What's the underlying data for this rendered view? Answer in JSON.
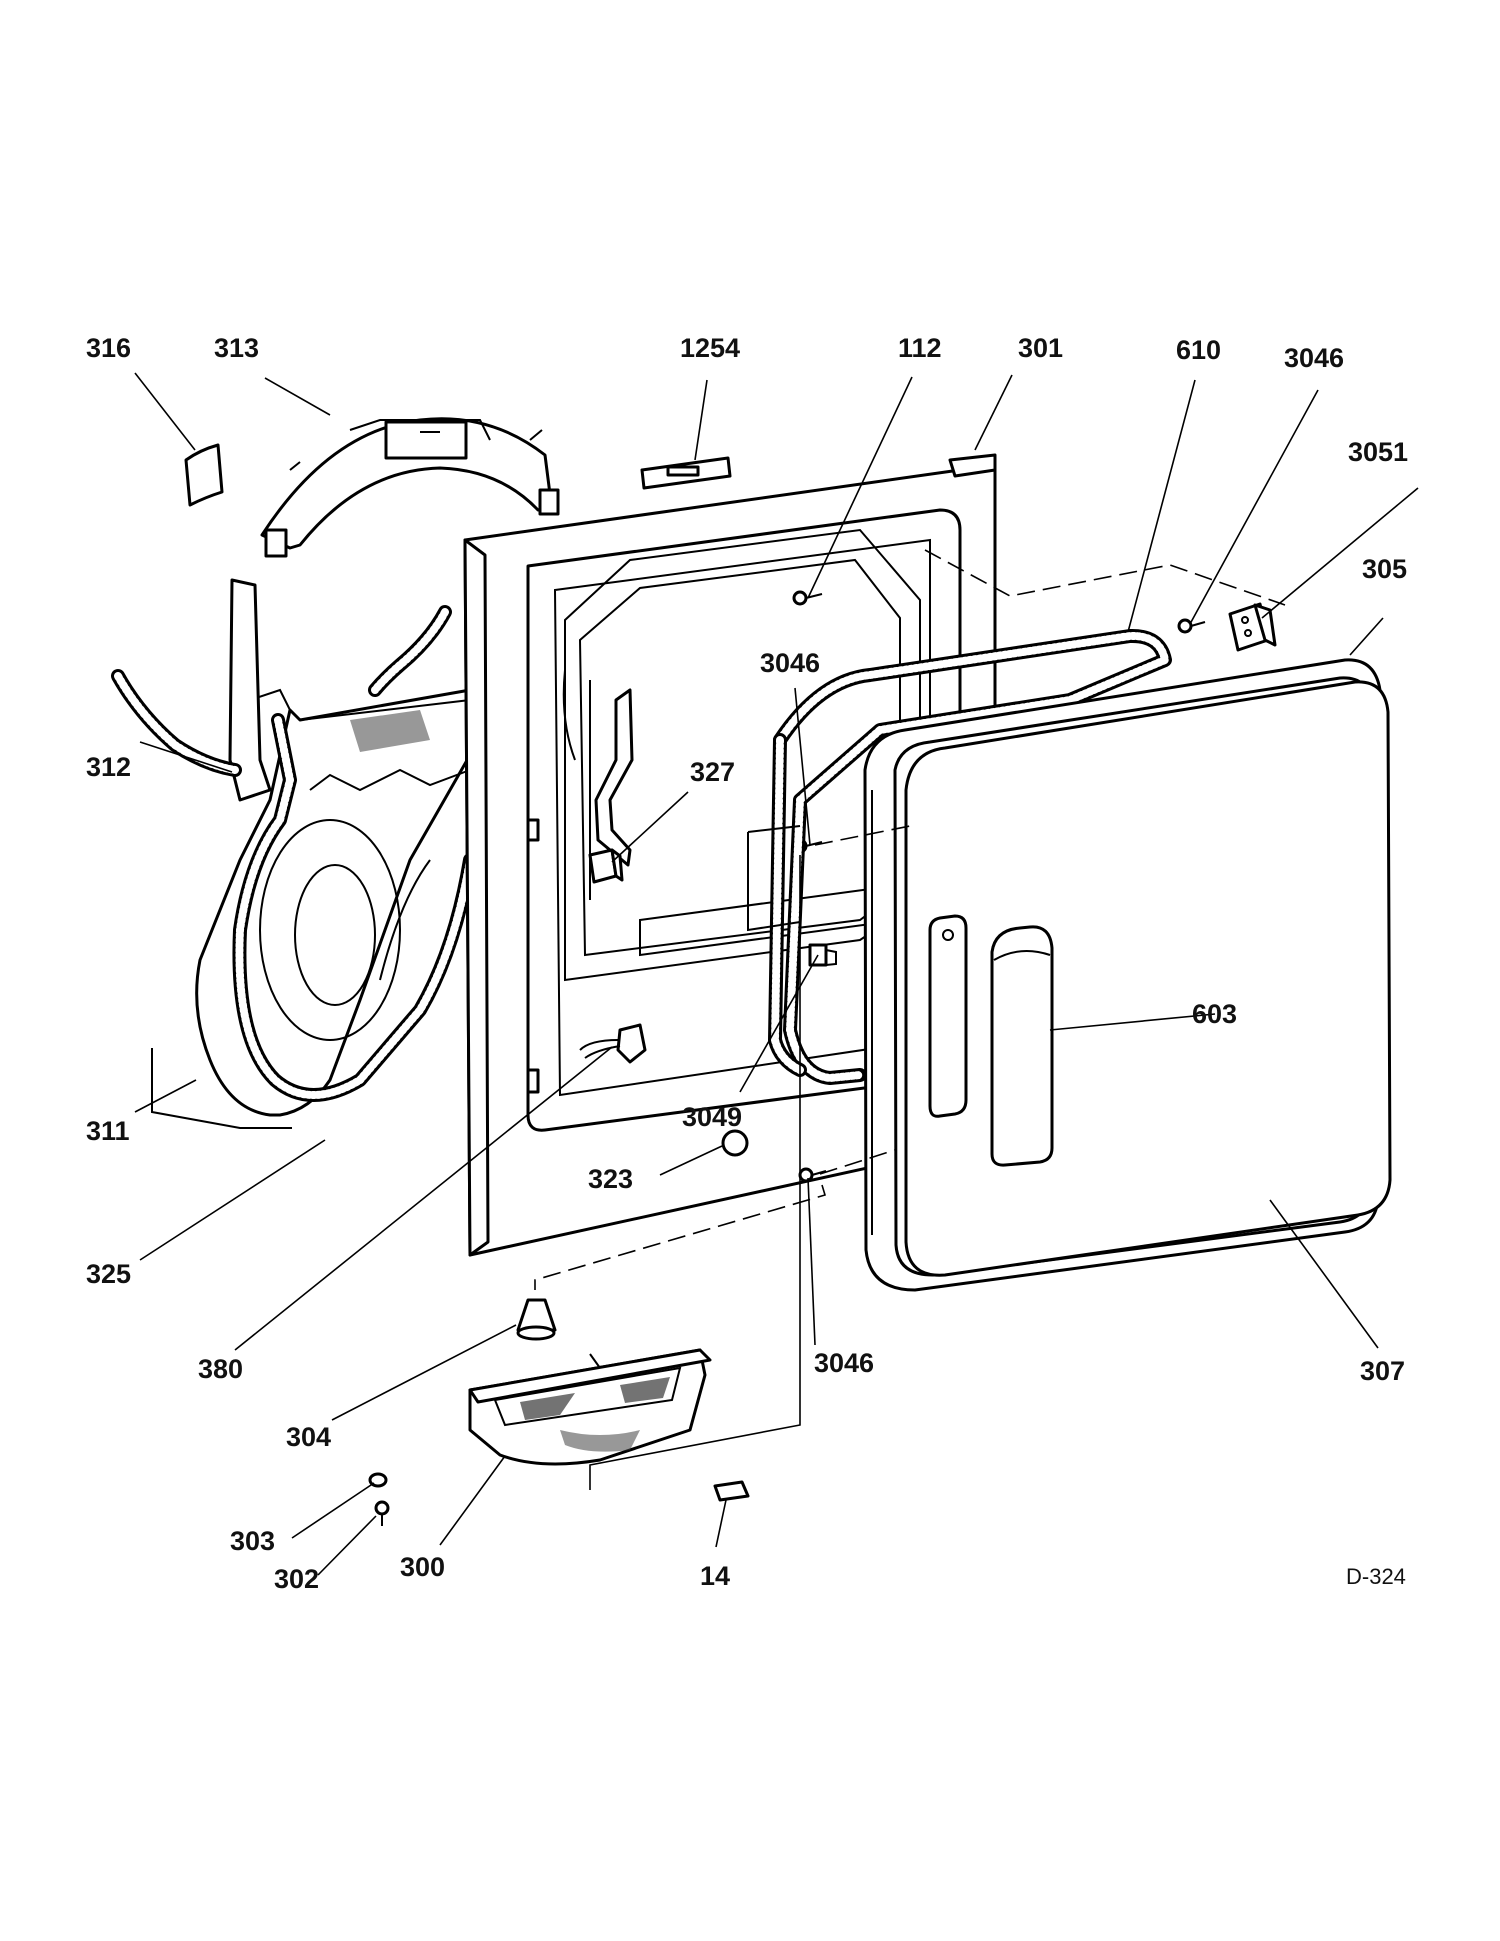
{
  "labels": [
    {
      "id": "316",
      "text": "316"
    },
    {
      "id": "313",
      "text": "313"
    },
    {
      "id": "1254",
      "text": "1254"
    },
    {
      "id": "112",
      "text": "112"
    },
    {
      "id": "301",
      "text": "301"
    },
    {
      "id": "610",
      "text": "610"
    },
    {
      "id": "3046-top",
      "text": "3046"
    },
    {
      "id": "3051",
      "text": "3051"
    },
    {
      "id": "305",
      "text": "305"
    },
    {
      "id": "3046-mid",
      "text": "3046"
    },
    {
      "id": "327",
      "text": "327"
    },
    {
      "id": "312",
      "text": "312"
    },
    {
      "id": "603",
      "text": "603"
    },
    {
      "id": "3049",
      "text": "3049"
    },
    {
      "id": "311",
      "text": "311"
    },
    {
      "id": "323",
      "text": "323"
    },
    {
      "id": "325",
      "text": "325"
    },
    {
      "id": "380",
      "text": "380"
    },
    {
      "id": "3046-bot",
      "text": "3046"
    },
    {
      "id": "307",
      "text": "307"
    },
    {
      "id": "304",
      "text": "304"
    },
    {
      "id": "303",
      "text": "303"
    },
    {
      "id": "302",
      "text": "302"
    },
    {
      "id": "300",
      "text": "300"
    },
    {
      "id": "14",
      "text": "14"
    }
  ],
  "diagram_code": "D-324"
}
